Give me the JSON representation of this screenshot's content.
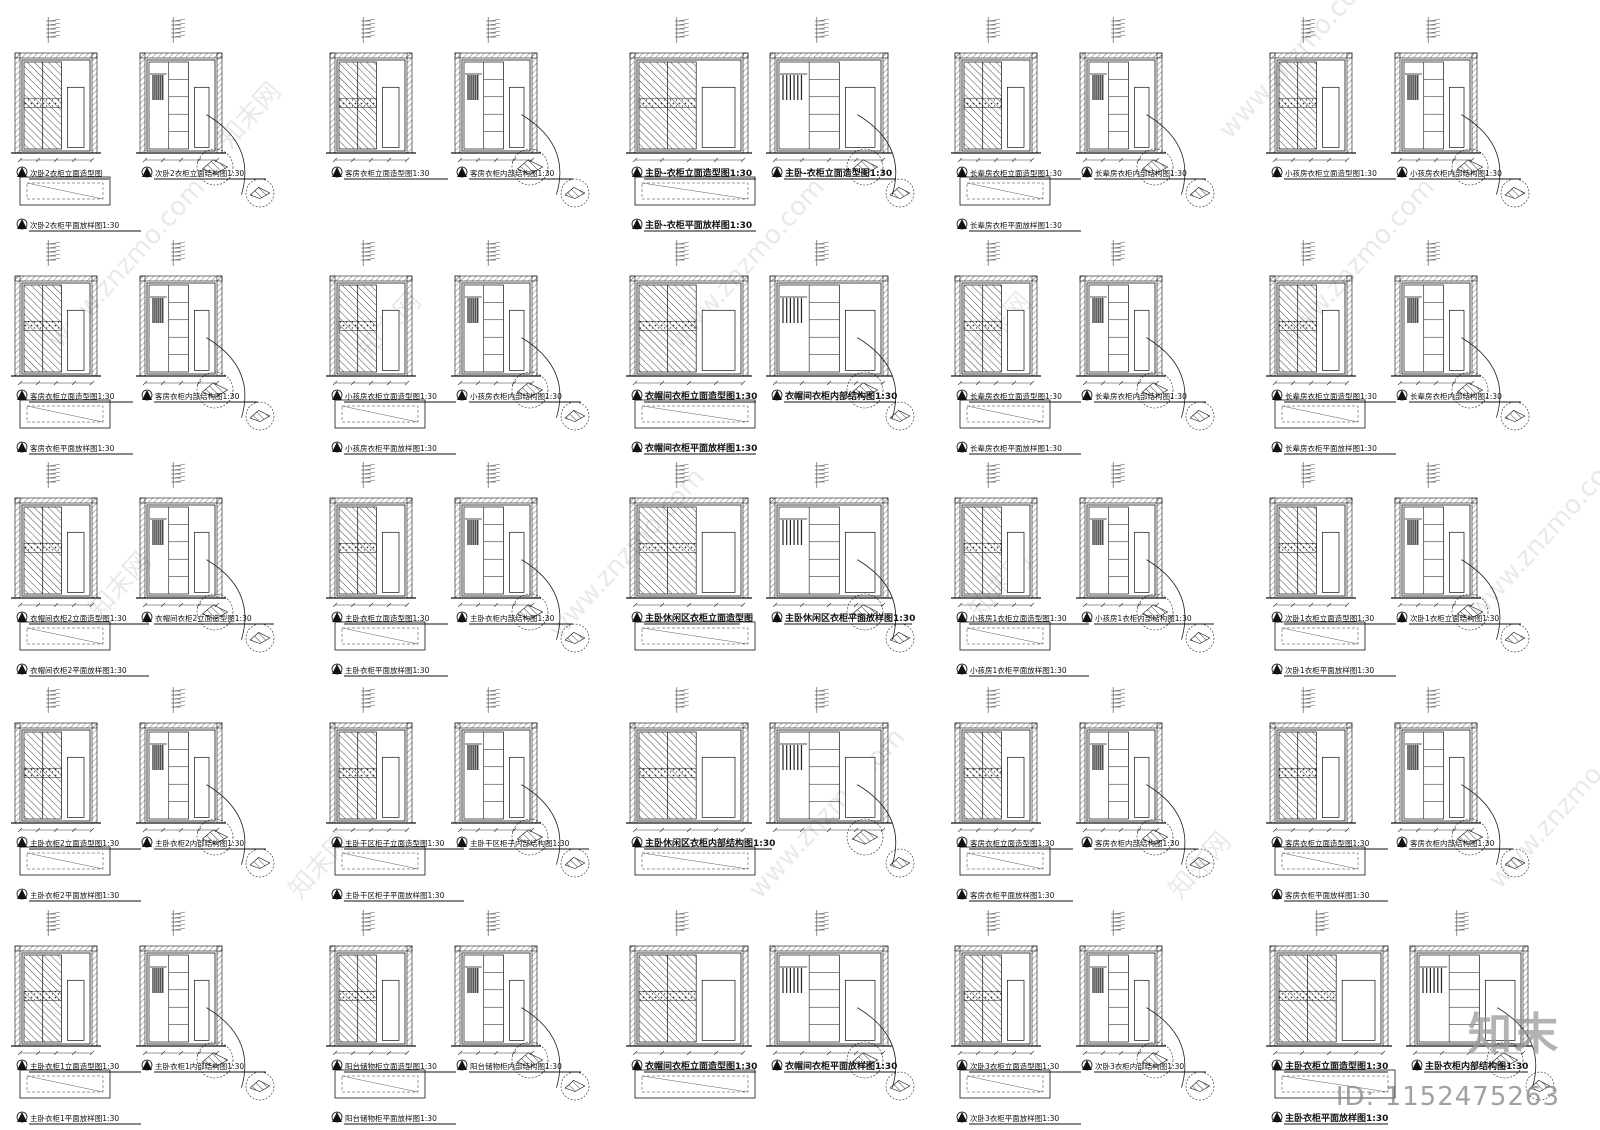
{
  "sheet": {
    "panels": [
      {
        "titles": [
          "次卧2衣柜立面造型图",
          "次卧2衣柜立面结构图1:30",
          "次卧2衣柜平面放样图1:30"
        ],
        "variant": "double-door"
      },
      {
        "titles": [
          "客房衣柜立面造型图1:30",
          "客房衣柜内部结构图1:30"
        ],
        "variant": "double-door"
      },
      {
        "titles": [
          "主卧-衣柜立面造型图1:30",
          "主卧-衣柜立面造型图1:30",
          "主卧-衣柜平面放样图1:30"
        ],
        "variant": "wide"
      },
      {
        "titles": [
          "长辈房衣柜立面造型图1:30",
          "长辈房衣柜内部结构图1:30",
          "长辈房衣柜平面放样图1:30"
        ],
        "variant": "single"
      },
      {
        "titles": [
          "小孩房衣柜立面造型图1:30",
          "小孩房衣柜内部结构图1:30"
        ],
        "variant": "single"
      },
      {
        "titles": [
          "客房衣柜立面造型图1:30",
          "客房衣柜内部结构图1:30",
          "客房衣柜平面放样图1:30"
        ],
        "variant": "single"
      },
      {
        "titles": [
          "小孩房衣柜立面造型图1:30",
          "小孩房衣柜内部结构图1:30",
          "小孩房衣柜平面放样图1:30"
        ],
        "variant": "double-door"
      },
      {
        "titles": [
          "衣帽间衣柜立面造型图1:30",
          "衣帽间衣柜内部结构图1:30",
          "衣帽间衣柜平面放样图1:30"
        ],
        "variant": "wide"
      },
      {
        "titles": [
          "长辈房衣柜立面造型图1:30",
          "长辈房衣柜内部结构图1:30",
          "长辈房衣柜平面放样图1:30"
        ],
        "variant": "single"
      },
      {
        "titles": [
          "长辈房衣柜立面造型图1:30",
          "长辈房衣柜内部结构图1:30",
          "长辈房衣柜平面放样图1:30"
        ],
        "variant": "single"
      },
      {
        "titles": [
          "衣帽间衣柜2立面造型图1:30",
          "衣帽间衣柜2立面造型图1:30",
          "衣帽间衣柜2平面放样图1:30"
        ],
        "variant": "double-door"
      },
      {
        "titles": [
          "主卧衣柜立面造型图1:30",
          "主卧衣柜内部结构图1:30",
          "主卧衣柜平面放样图1:30"
        ],
        "variant": "single"
      },
      {
        "titles": [
          "主卧休闲区衣柜立面造型图",
          "主卧休闲区衣柜平面放样图1:30"
        ],
        "variant": "wide"
      },
      {
        "titles": [
          "小孩房1衣柜立面造型图1:30",
          "小孩房1衣柜内部结构图1:30",
          "小孩房1衣柜平面放样图1:30"
        ],
        "variant": "single"
      },
      {
        "titles": [
          "次卧1衣柜立面造型图1:30",
          "次卧1衣柜立面结构图1:30",
          "次卧1衣柜平面放样图1:30"
        ],
        "variant": "double-door"
      },
      {
        "titles": [
          "主卧衣柜2立面造型图1:30",
          "主卧衣柜2内部结构图1:30",
          "主卧衣柜2平面放样图1:30"
        ],
        "variant": "double-door"
      },
      {
        "titles": [
          "主卧干区柜子立面造型图1:30",
          "主卧干区柜子内部结构图1:30",
          "主卧干区柜子平面放样图1:30"
        ],
        "variant": "double-door"
      },
      {
        "titles": [
          "主卧休闲区衣柜内部结构图1:30"
        ],
        "variant": "wide"
      },
      {
        "titles": [
          "客房衣柜立面造型图1:30",
          "客房衣柜内部结构图1:30",
          "客房衣柜平面放样图1:30"
        ],
        "variant": "double-door"
      },
      {
        "titles": [
          "客房衣柜立面造型图1:30",
          "客房衣柜内部结构图1:30",
          "客房衣柜平面放样图1:30"
        ],
        "variant": "single"
      },
      {
        "titles": [
          "主卧衣柜1立面造型图1:30",
          "主卧衣柜1内部结构图1:30",
          "主卧衣柜1平面放样图1:30"
        ],
        "variant": "double-door"
      },
      {
        "titles": [
          "阳台储物柜立面造型图1:30",
          "阳台储物柜内部结构图1:30",
          "阳台储物柜平面放样图1:30"
        ],
        "variant": "double-door"
      },
      {
        "titles": [
          "衣帽间衣柜立面造型图1:30",
          "衣帽间衣柜平面放样图1:30"
        ],
        "variant": "wide"
      },
      {
        "titles": [
          "次卧3衣柜立面造型图1:30",
          "次卧3衣柜内部结构图1:30",
          "次卧3衣柜平面放样图1:30"
        ],
        "variant": "single"
      },
      {
        "titles": [
          "主卧衣柜立面造型图1:30",
          "主卧衣柜内部结构图1:30",
          "主卧衣柜平面放样图1:30"
        ],
        "variant": "wide"
      }
    ]
  },
  "watermark": {
    "text": "www.znzmo.com",
    "text2": "知末网"
  },
  "brand": {
    "logo_text": "知末"
  },
  "id_label": "ID: 1152475263",
  "colors": {
    "line": "#1a1a1a",
    "wall_hatch": "#555555",
    "callout": "#222222",
    "watermark": "#cfcfcf"
  }
}
